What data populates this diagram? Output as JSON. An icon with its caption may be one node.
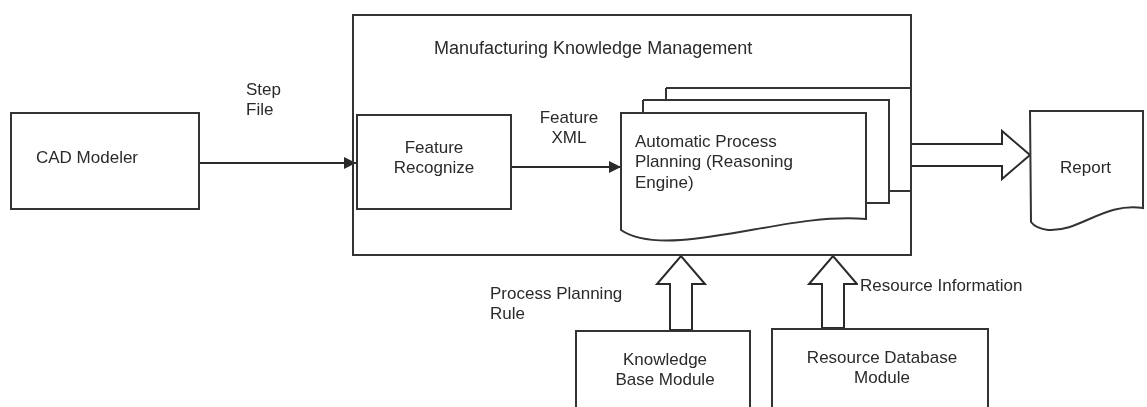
{
  "diagram": {
    "nodes": [
      {
        "text": [
          "Manufacturing Knowledge Management"
        ]
      },
      {
        "text": [
          "CAD Modeler"
        ]
      },
      {
        "text": [
          "Feature Recognize"
        ],
        "in": 0
      },
      {
        "text": [
          "Automatic Process Planning (Reasoning Engine)"
        ],
        "in": 0
      },
      {
        "text": [
          "Report"
        ]
      },
      {
        "text": [
          "Knowledge Base Module"
        ]
      },
      {
        "text": [
          "Resource Database Module"
        ]
      }
    ],
    "edges": [
      {
        "from": 1,
        "to": 2,
        "arrow": "to",
        "label": "Step File"
      },
      {
        "from": 2,
        "to": 3,
        "arrow": "to",
        "label": "Feature XML"
      },
      {
        "from": 3,
        "to": 4,
        "arrow": "to",
        "style": "thick"
      },
      {
        "from": 5,
        "to": 0,
        "arrow": "to",
        "style": "thick",
        "label": "Process Planning Rule"
      },
      {
        "from": 6,
        "to": 0,
        "arrow": "to",
        "style": "thick",
        "label": "Resource Information"
      }
    ]
  }
}
